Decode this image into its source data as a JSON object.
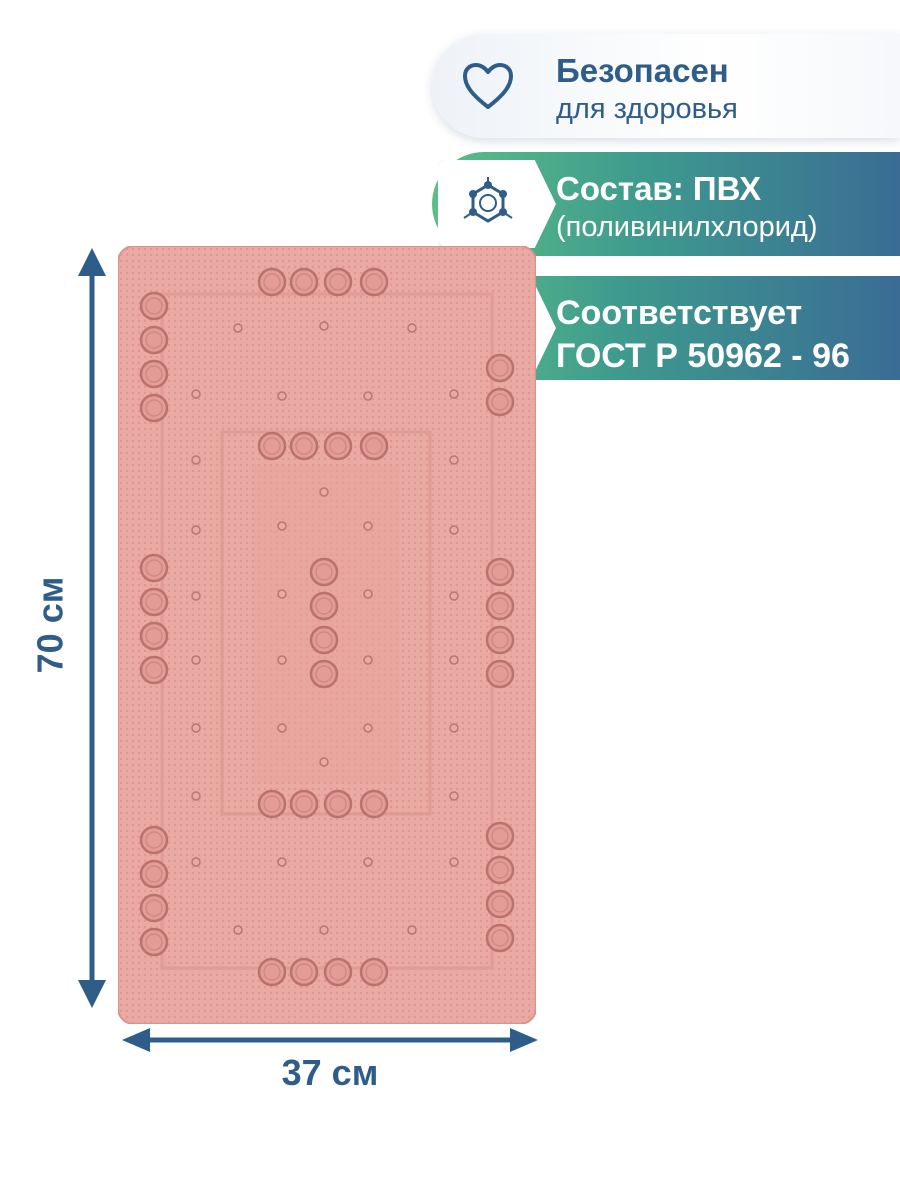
{
  "badges": [
    {
      "title": "Безопасен",
      "subtitle": "для здоровья",
      "icon": "heart-icon"
    },
    {
      "title": "Состав: ПВХ",
      "subtitle": "(поливинилхлорид)",
      "icon": "molecule-icon"
    },
    {
      "title": "Соответствует",
      "subtitle": "ГОСТ Р 50962 - 96",
      "icon": "certificate-icon"
    }
  ],
  "dimensions": {
    "height": "70 см",
    "width": "37 см"
  },
  "colors": {
    "accent": "#2e5d8a",
    "mat": "#e8a49e",
    "green": "#5cbf86",
    "blue": "#3a6c95"
  }
}
